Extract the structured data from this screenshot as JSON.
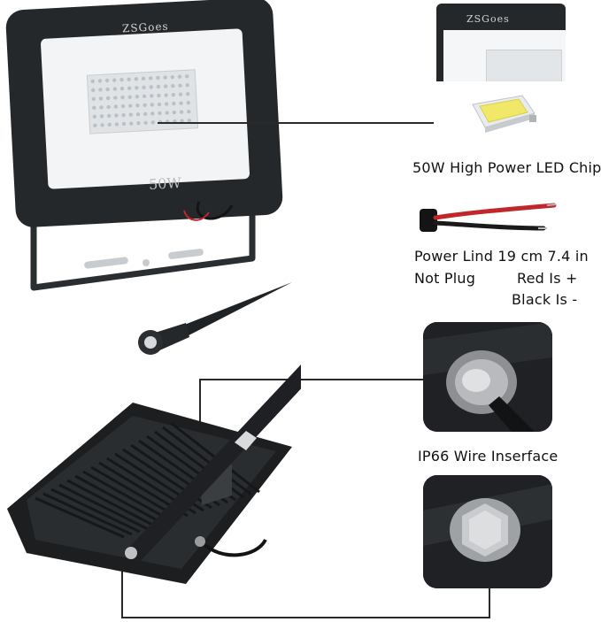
{
  "product": {
    "brand": "ZSGoes",
    "wattage_label": "50W"
  },
  "callouts": {
    "chip": "50W High Power LED Chip",
    "power_line_1": "Power Lind 19 cm 7.4 in",
    "power_line_2": "Not Plug",
    "red_label": "Red Is +",
    "black_label": "Black Is -",
    "ip66": "IP66 Wire Inserface"
  },
  "colors": {
    "housing": "#25282b",
    "panel": "#f2f4f5",
    "wire_red": "#c0262a",
    "wire_black": "#141414",
    "chip_yellow": "#f1e86a"
  }
}
